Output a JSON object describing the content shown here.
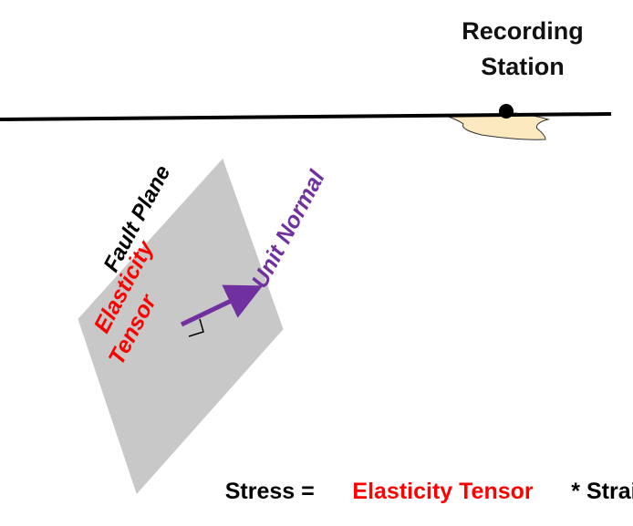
{
  "labels": {
    "station_line1": "Recording",
    "station_line2": "Station",
    "fault_plane": "Fault Plane",
    "tensor_line1": "Elasticity",
    "tensor_line2": "Tensor",
    "unit_normal": "Unit Normal"
  },
  "equation": {
    "lhs": "Stress = ",
    "tensor": "Elasticity Tensor",
    "rhs": " * Strain"
  },
  "colors": {
    "surface_line": "#000000",
    "plane_fill": "#c8c8c8",
    "outcrop_fill": "#fde9c0",
    "tensor": "#ff0000",
    "normal_arrow": "#7030a0",
    "text": "#000000"
  }
}
